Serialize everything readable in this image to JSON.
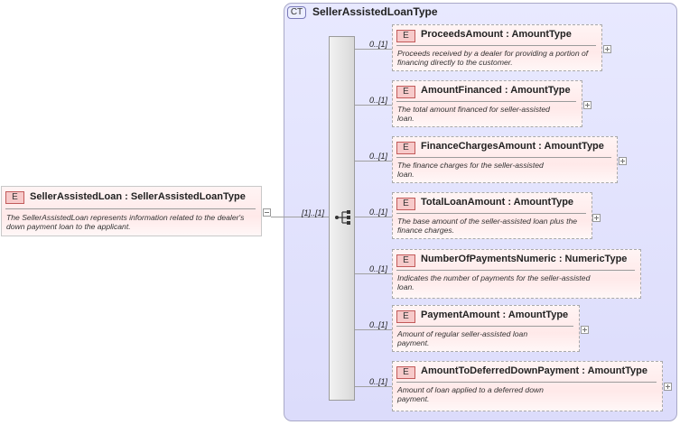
{
  "complex_type": {
    "badge": "CT",
    "name": "SellerAssistedLoanType"
  },
  "root_element": {
    "badge": "E",
    "title": "SellerAssistedLoan : SellerAssistedLoanType",
    "doc": "The SellerAssistedLoan represents information related to the dealer's down payment loan to the applicant.",
    "cardinality": "[1]..[1]"
  },
  "children": [
    {
      "badge": "E",
      "title": "ProceedsAmount : AmountType",
      "doc": "Proceeds received by a dealer for providing a portion of financing directly to the customer.",
      "cardinality": "0..[1]"
    },
    {
      "badge": "E",
      "title": "AmountFinanced : AmountType",
      "doc": "The total amount financed for seller-assisted loan.",
      "cardinality": "0..[1]"
    },
    {
      "badge": "E",
      "title": "FinanceChargesAmount : AmountType",
      "doc": "The finance charges for the seller-assisted loan.",
      "cardinality": "0..[1]"
    },
    {
      "badge": "E",
      "title": "TotalLoanAmount : AmountType",
      "doc": "The base amount of the seller-assisted loan plus the finance charges.",
      "cardinality": "0..[1]"
    },
    {
      "badge": "E",
      "title": "NumberOfPaymentsNumeric : NumericType",
      "doc": "Indicates the number of payments for the seller-assisted loan.",
      "cardinality": "0..[1]"
    },
    {
      "badge": "E",
      "title": "PaymentAmount : AmountType",
      "doc": "Amount of regular seller-assisted loan payment.",
      "cardinality": "0..[1]"
    },
    {
      "badge": "E",
      "title": "AmountToDeferredDownPayment : AmountType",
      "doc": "Amount of loan applied to a deferred down payment.",
      "cardinality": "0..[1]"
    }
  ]
}
